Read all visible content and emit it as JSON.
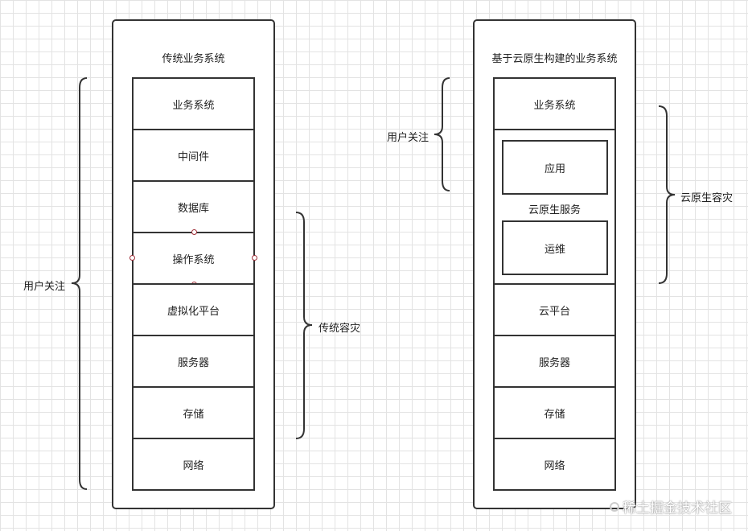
{
  "left_panel": {
    "title": "传统业务系统",
    "layers": [
      "业务系统",
      "中间件",
      "数据库",
      "操作系统",
      "虚拟化平台",
      "服务器",
      "存储",
      "网络"
    ]
  },
  "right_panel": {
    "title": "基于云原生构建的业务系统",
    "top_layer": "业务系统",
    "cloud_native_group": {
      "label": "云原生服务",
      "inner_boxes": [
        "应用",
        "运维"
      ]
    },
    "bottom_layers": [
      "云平台",
      "服务器",
      "存储",
      "网络"
    ]
  },
  "annotations": {
    "left_user_focus": "用户关注",
    "left_traditional_dr": "传统容灾",
    "right_user_focus": "用户关注",
    "right_cloud_native_dr": "云原生容灾"
  },
  "watermark": "稀土掘金技术社区"
}
